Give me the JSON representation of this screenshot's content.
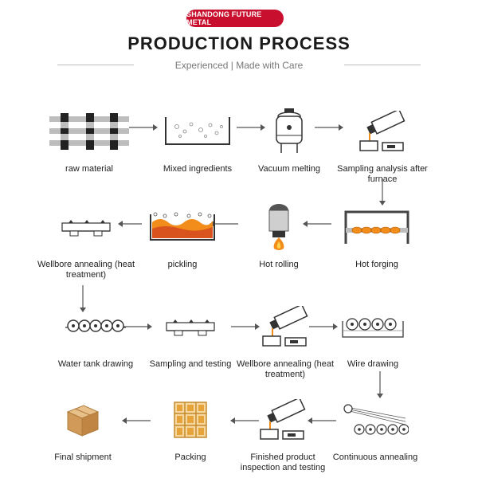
{
  "header": {
    "brand": "SHANDONG FUTURE METAL",
    "title": "PRODUCTION PROCESS",
    "subtitle": "Experienced  |  Made with Care"
  },
  "colors": {
    "brand_red": "#c8102e",
    "hot_orange": "#f28c1a",
    "line_gray": "#555555"
  },
  "steps": [
    {
      "label": "raw material",
      "icon": "steel-bars-icon"
    },
    {
      "label": "Mixed ingredients",
      "icon": "mixing-tank-icon"
    },
    {
      "label": "Vacuum melting",
      "icon": "vacuum-furnace-icon"
    },
    {
      "label": "Sampling analysis after furnace",
      "icon": "ladle-pour-icon"
    },
    {
      "label": "Hot forging",
      "icon": "hot-forging-icon"
    },
    {
      "label": "Hot rolling",
      "icon": "hot-rolling-icon"
    },
    {
      "label": "pickling",
      "icon": "pickling-tank-icon"
    },
    {
      "label": "Wellbore annealing (heat treatment)",
      "icon": "annealing-tray-icon"
    },
    {
      "label": "Water tank drawing",
      "icon": "water-tank-drawing-icon"
    },
    {
      "label": "Sampling and testing",
      "icon": "sampling-tray-icon"
    },
    {
      "label": "Wellbore annealing (heat treatment)",
      "icon": "ladle-pour-icon"
    },
    {
      "label": "Wire drawing",
      "icon": "wire-drawing-icon"
    },
    {
      "label": "Continuous annealing",
      "icon": "continuous-annealing-icon"
    },
    {
      "label": "Finished product inspection and testing",
      "icon": "ladle-pour-icon"
    },
    {
      "label": "Packing",
      "icon": "packing-rack-icon"
    },
    {
      "label": "Final shipment",
      "icon": "shipment-box-icon"
    }
  ]
}
